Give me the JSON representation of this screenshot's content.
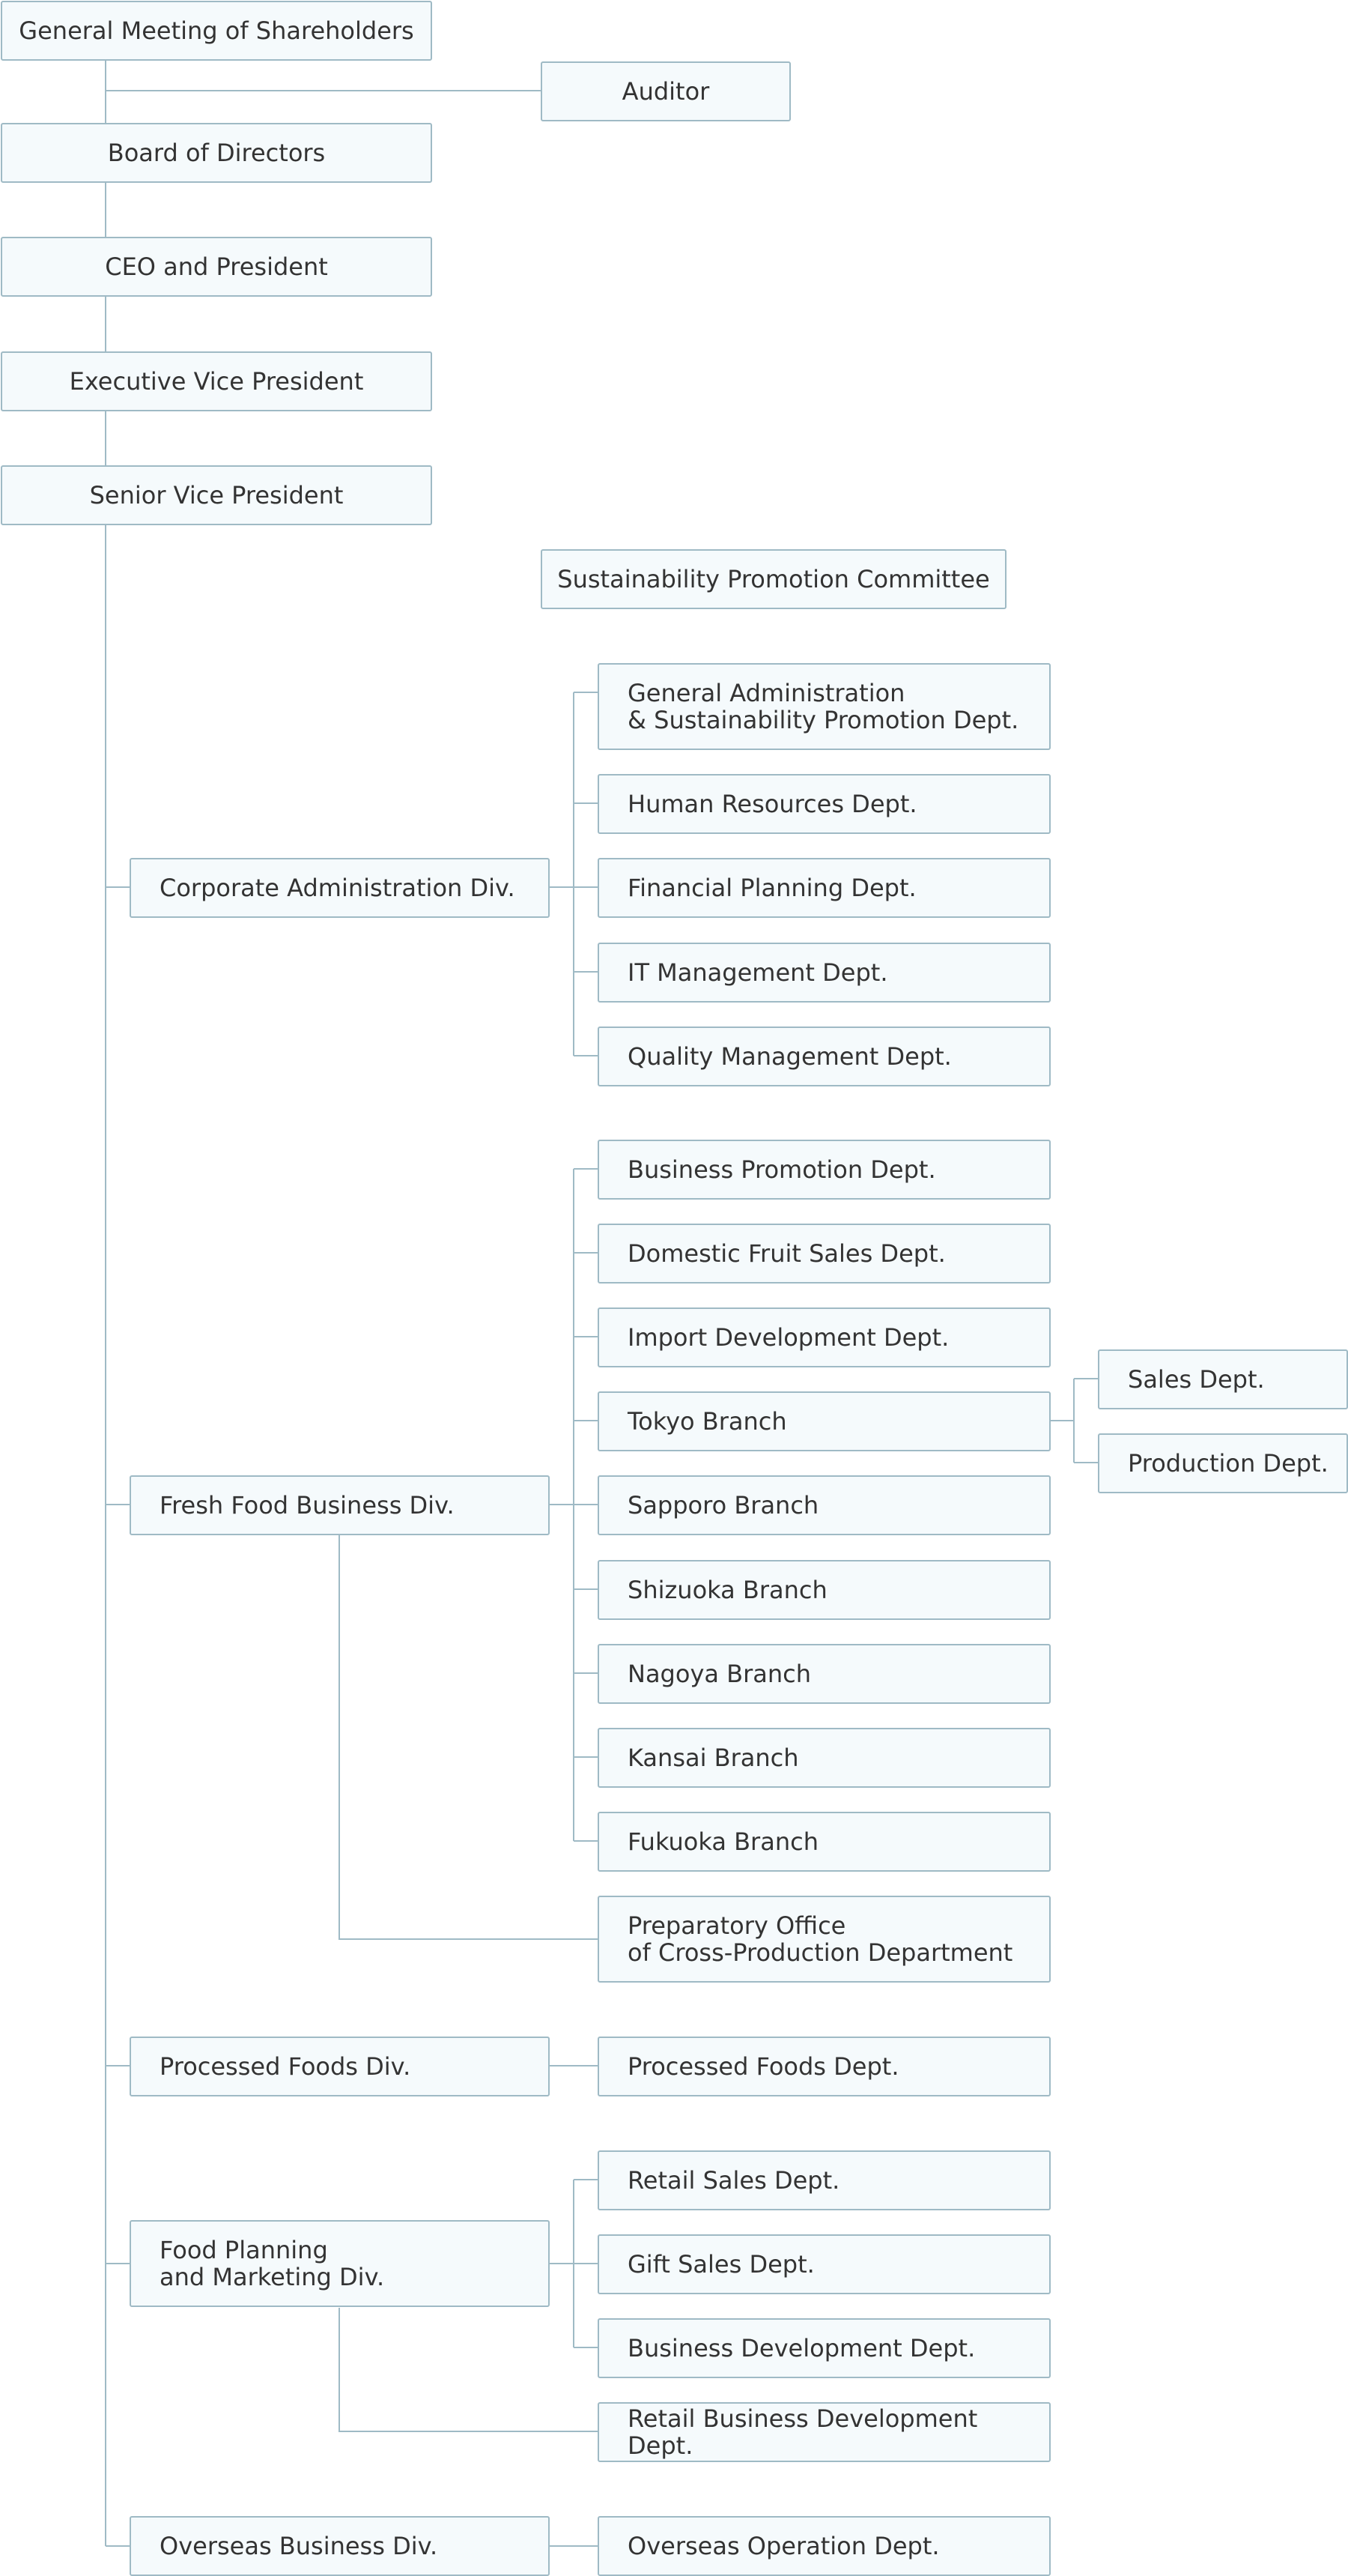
{
  "colors": {
    "box_fill": "#f5fafc",
    "box_border": "#9fbac5",
    "line": "#9fbac5",
    "text": "#333333"
  },
  "top": {
    "shareholders": "General Meeting of Shareholders",
    "auditor": "Auditor",
    "board": "Board of Directors",
    "ceo": "CEO and President",
    "evp": "Executive Vice President",
    "svp": "Senior Vice President",
    "sustainability": "Sustainability Promotion Committee"
  },
  "corporate": {
    "div": "Corporate Administration Div.",
    "depts": [
      "General Administration\n& Sustainability Promotion Dept.",
      "Human Resources Dept.",
      "Financial Planning Dept.",
      "IT Management Dept.",
      "Quality Management Dept."
    ]
  },
  "fresh": {
    "div": "Fresh Food Business Div.",
    "depts": [
      "Business Promotion Dept.",
      "Domestic Fruit Sales Dept.",
      "Import Development Dept.",
      "Tokyo Branch",
      "Sapporo Branch",
      "Shizuoka Branch",
      "Nagoya Branch",
      "Kansai Branch",
      "Fukuoka Branch"
    ],
    "tokyo_sub": [
      "Sales Dept.",
      "Production Dept."
    ],
    "preparatory": "Preparatory Office\nof Cross-Production Department"
  },
  "processed": {
    "div": "Processed Foods Div.",
    "dept": "Processed Foods Dept."
  },
  "food_planning": {
    "div": "Food Planning\nand Marketing Div.",
    "depts": [
      "Retail Sales Dept.",
      "Gift Sales Dept.",
      "Business Development Dept."
    ],
    "retail_business": "Retail Business Development Dept."
  },
  "overseas": {
    "div": "Overseas Business Div.",
    "dept": "Overseas Operation Dept."
  }
}
